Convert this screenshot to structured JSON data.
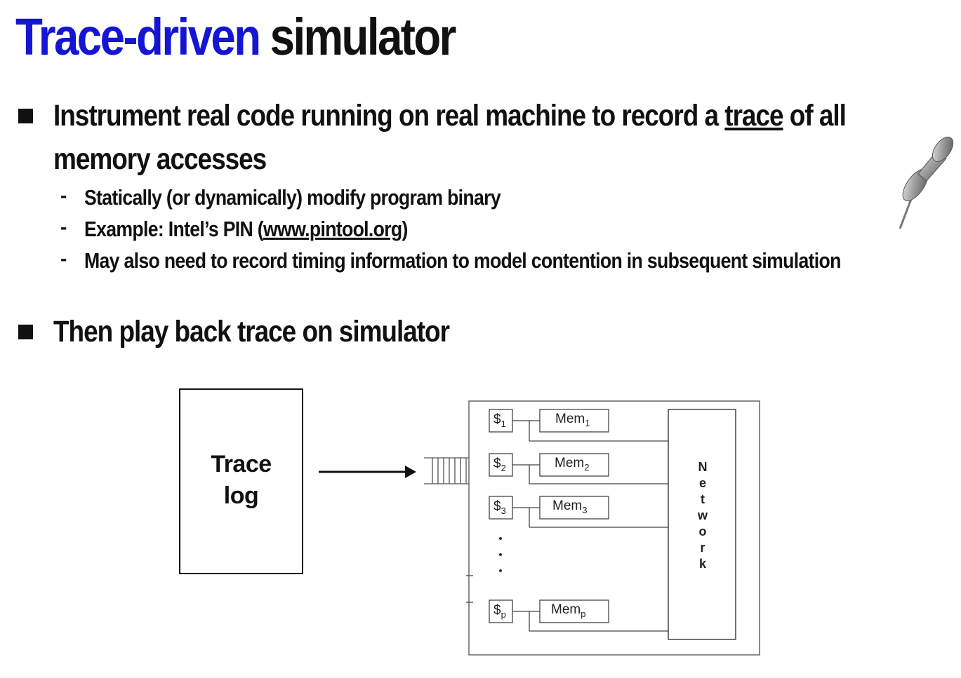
{
  "title": {
    "accent": "Trace-driven",
    "rest": "simulator"
  },
  "bullets": [
    {
      "line1_pre": "Instrument real code running on real machine to record a ",
      "line1_link": "trace",
      "line1_post": " of all",
      "line2": "memory accesses",
      "subs": [
        {
          "text": "Statically (or dynamically) modify program binary"
        },
        {
          "pre": "Example: Intel’s PIN (",
          "link": "www.pintool.org",
          "post": ")"
        },
        {
          "text": "May also need to record timing information to model contention in subsequent simulation"
        }
      ]
    },
    {
      "text": "Then play back trace on simulator"
    }
  ],
  "dash": "-",
  "diagram": {
    "trace_label_1": "Trace",
    "trace_label_2": "log",
    "nodes": [
      {
        "cache": "$",
        "cache_sub": "1",
        "mem": "Mem",
        "mem_sub": "1"
      },
      {
        "cache": "$",
        "cache_sub": "2",
        "mem": "Mem",
        "mem_sub": "2"
      },
      {
        "cache": "$",
        "cache_sub": "3",
        "mem": "Mem",
        "mem_sub": "3"
      },
      {
        "cache": "$",
        "cache_sub": "p",
        "mem": "Mem",
        "mem_sub": "p"
      }
    ],
    "network_letters": [
      "N",
      "e",
      "t",
      "w",
      "o",
      "r",
      "k"
    ]
  },
  "colors": {
    "accent": "#1515d4",
    "text": "#111111"
  }
}
